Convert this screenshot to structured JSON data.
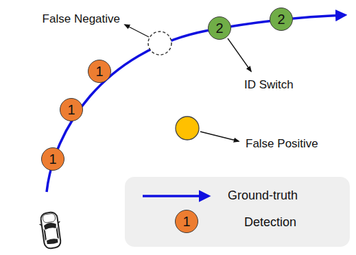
{
  "diagram": {
    "nodes": [
      {
        "text": [
          "1"
        ]
      },
      {
        "text": [
          "1"
        ]
      },
      {
        "text": [
          "1"
        ]
      },
      {
        "text": [
          "2"
        ]
      },
      {
        "text": [
          "2"
        ]
      },
      {
        "text": [
          "1"
        ]
      }
    ],
    "labels": [
      "False Negative",
      "ID Switch",
      "False Positive"
    ],
    "legend": [
      {
        "text": "Ground-truth"
      },
      {
        "text": "Detection"
      }
    ]
  }
}
